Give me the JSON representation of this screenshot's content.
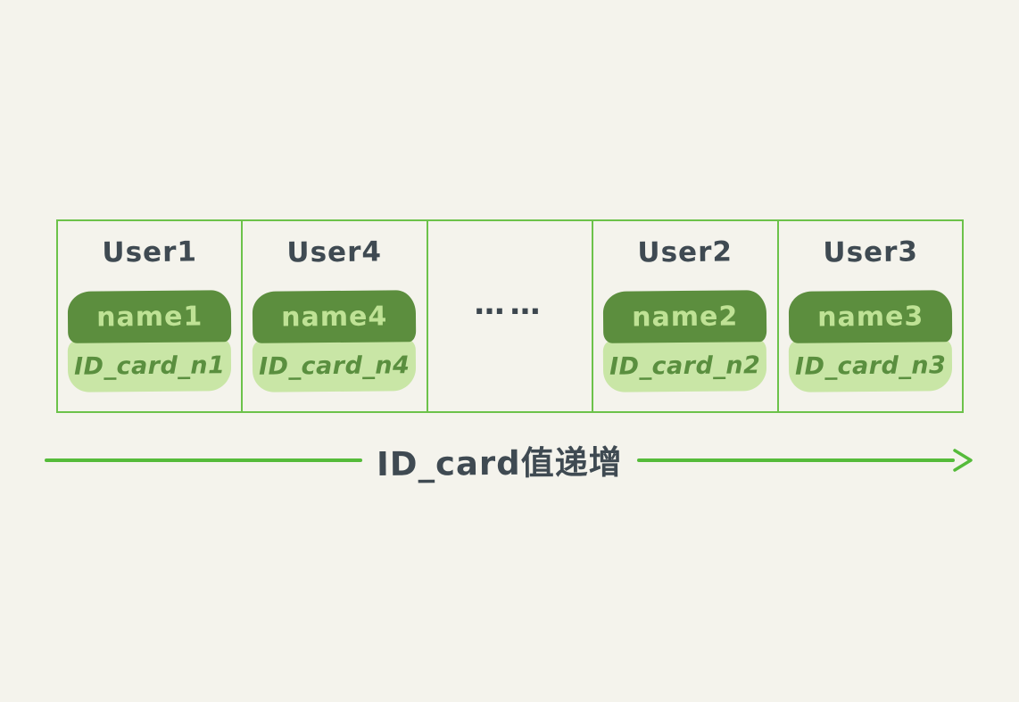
{
  "diagram": {
    "cells": [
      {
        "user": "User1",
        "name": "name1",
        "id_card": "ID_card_n1"
      },
      {
        "user": "User4",
        "name": "name4",
        "id_card": "ID_card_n4"
      },
      {
        "ellipsis": "……"
      },
      {
        "user": "User2",
        "name": "name2",
        "id_card": "ID_card_n2"
      },
      {
        "user": "User3",
        "name": "name3",
        "id_card": "ID_card_n3"
      }
    ],
    "arrow_label": "ID_card值递增",
    "colors": {
      "background": "#f4f3ec",
      "table_border_green": "#6cc24a",
      "badge_dark_green": "#5c8e3e",
      "badge_light_green": "#c9e6a6",
      "badge_text_light_green": "#bfe295",
      "badge_text_dark_green": "#5a8f3f",
      "title_text": "#3f4a52",
      "arrow_green": "#55bb3a"
    }
  }
}
